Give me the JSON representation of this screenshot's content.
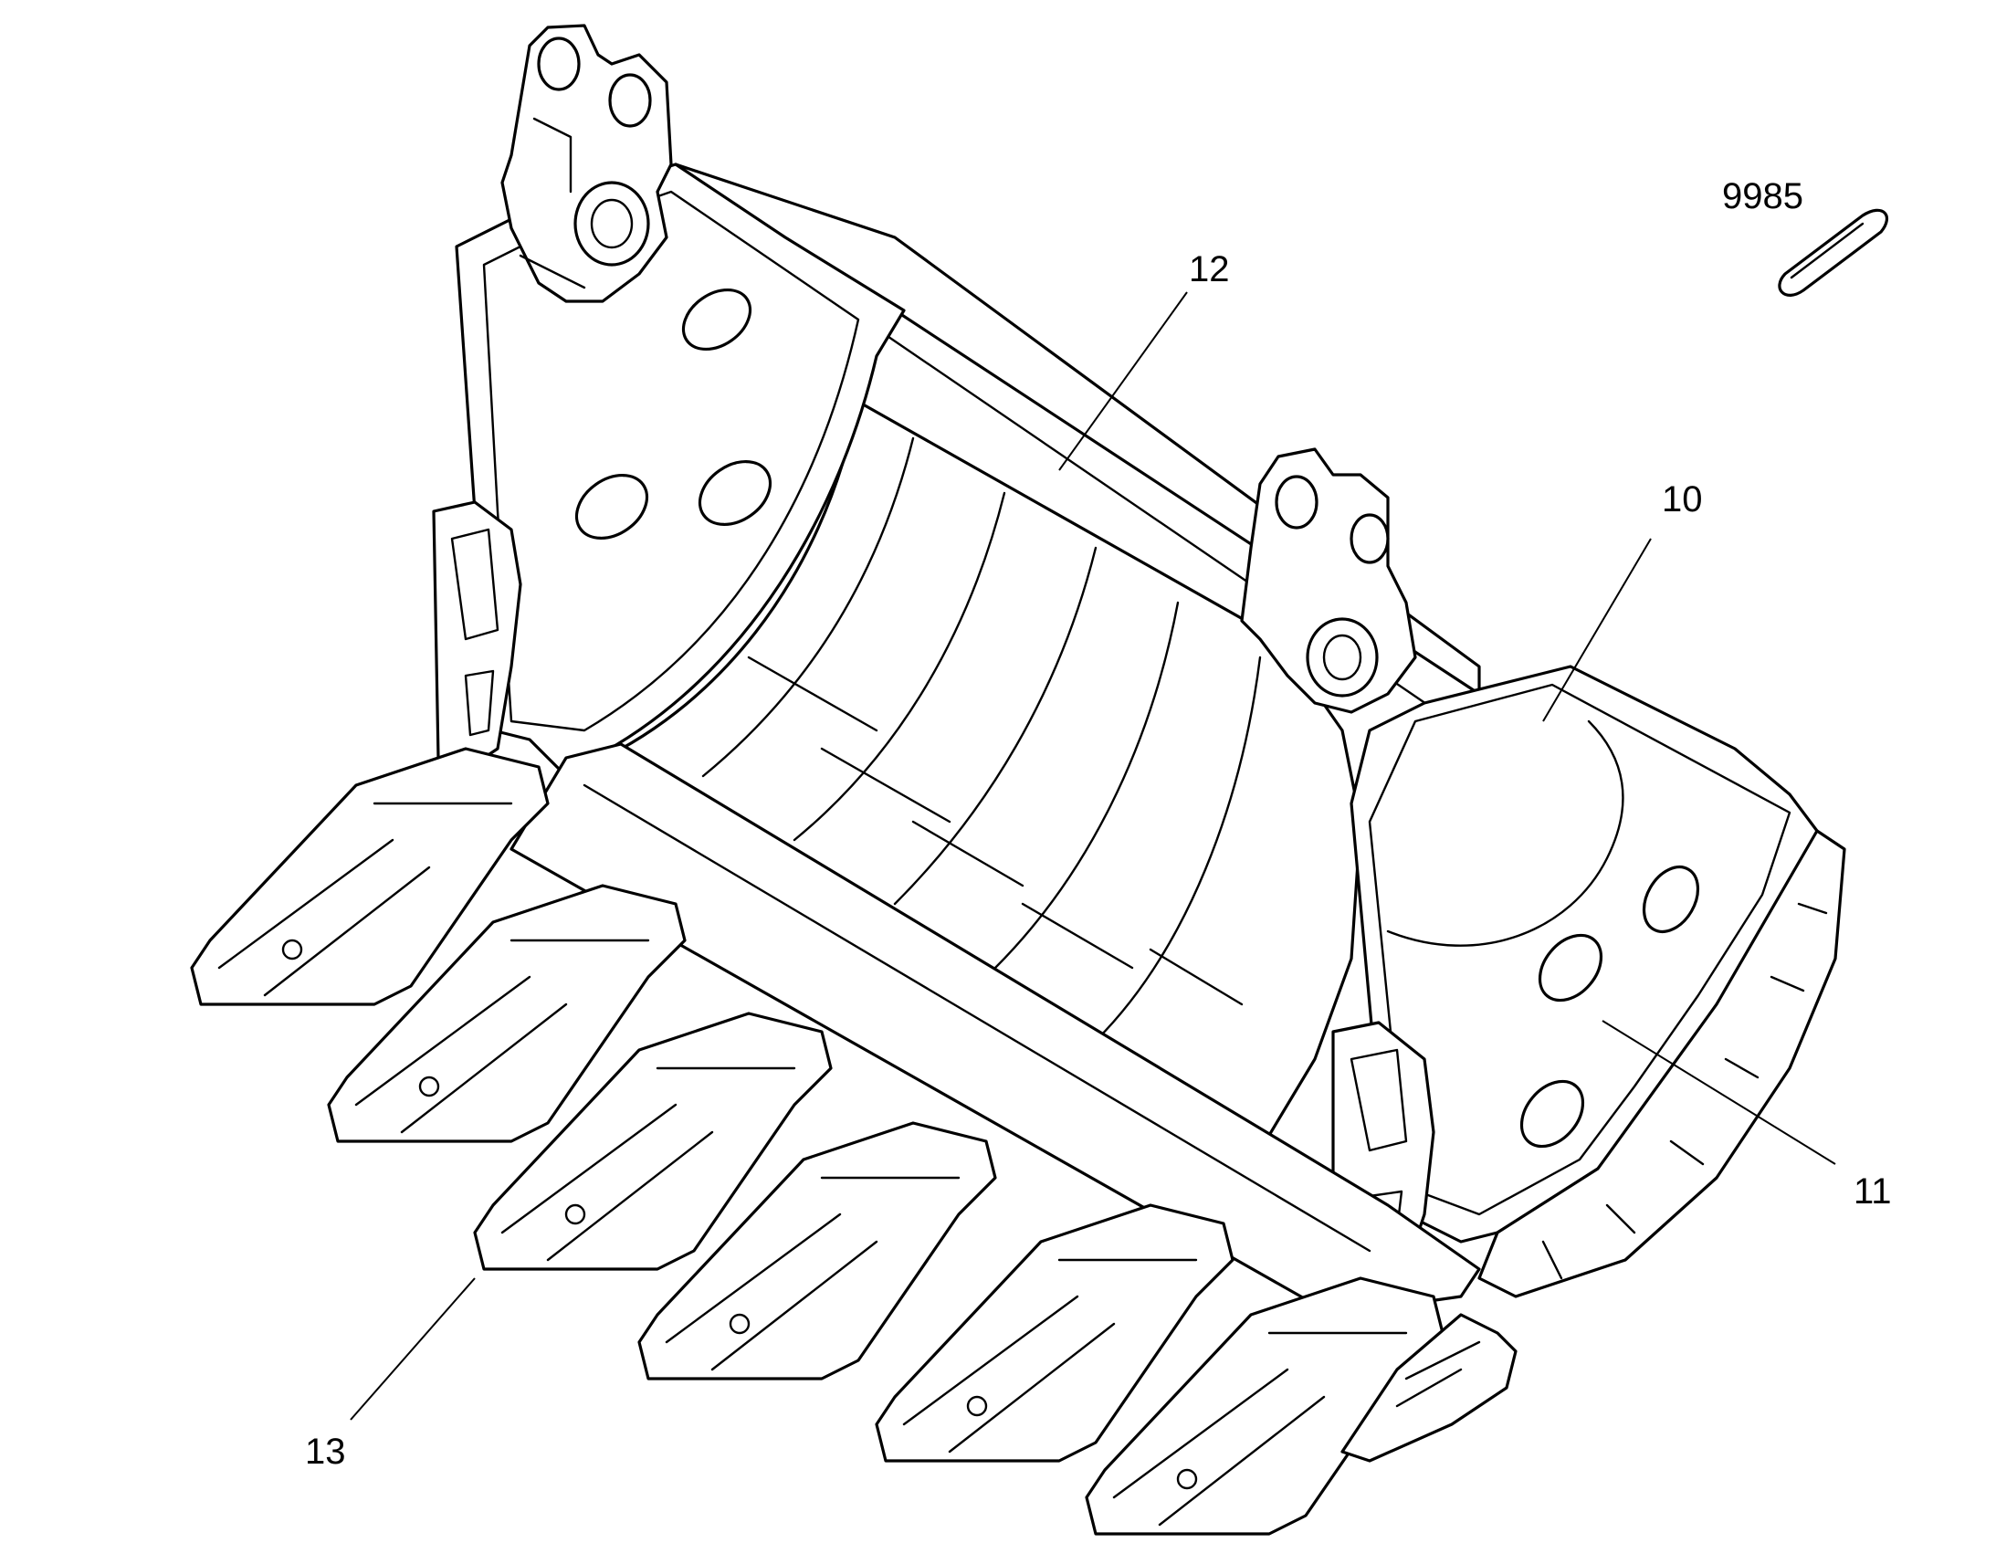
{
  "callouts": [
    {
      "id": "10",
      "label": "10"
    },
    {
      "id": "11",
      "label": "11"
    },
    {
      "id": "12",
      "label": "12"
    },
    {
      "id": "13",
      "label": "13"
    },
    {
      "id": "9985",
      "label": "9985"
    }
  ],
  "teeth_count": 7,
  "line_color": "#000000",
  "background_color": "#ffffff"
}
